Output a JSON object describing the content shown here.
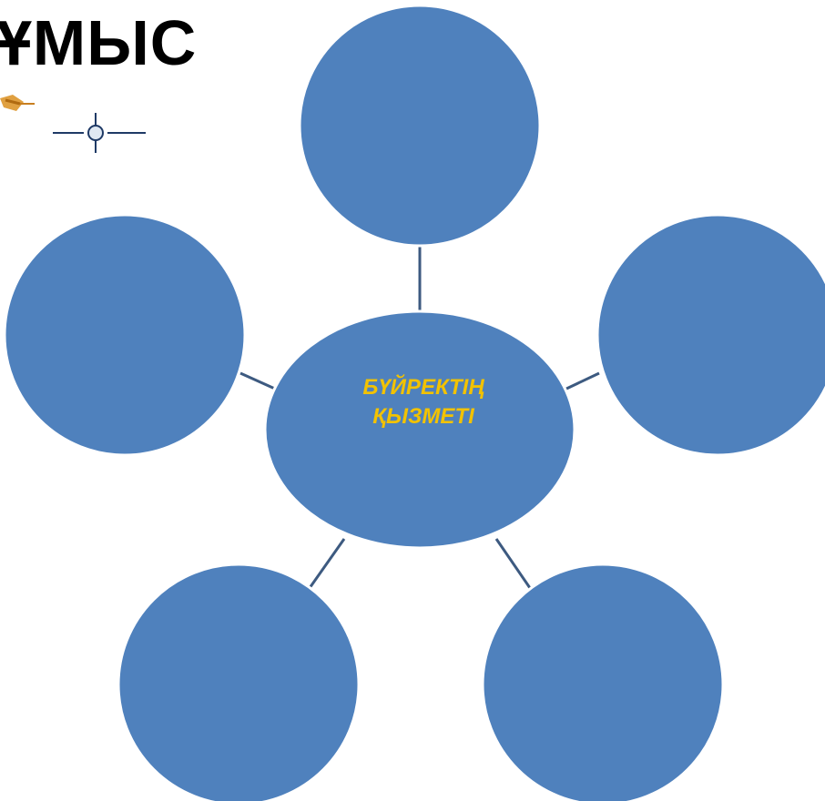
{
  "heading": {
    "text": "ҰМЫС"
  },
  "diagram": {
    "center": {
      "line1": "БҮЙРЕКТІҢ",
      "line2": "ҚЫЗМЕТІ"
    },
    "satellite_count": 5
  },
  "colors": {
    "node_fill": "#4f81bd",
    "node_stroke": "#ffffff",
    "connector": "#3d5a80",
    "center_text": "#f2c200",
    "heading_text": "#000000"
  },
  "icons": {
    "decoration_left": "arrow-ornament-icon",
    "decoration_right": "crosshair-ornament-icon"
  }
}
